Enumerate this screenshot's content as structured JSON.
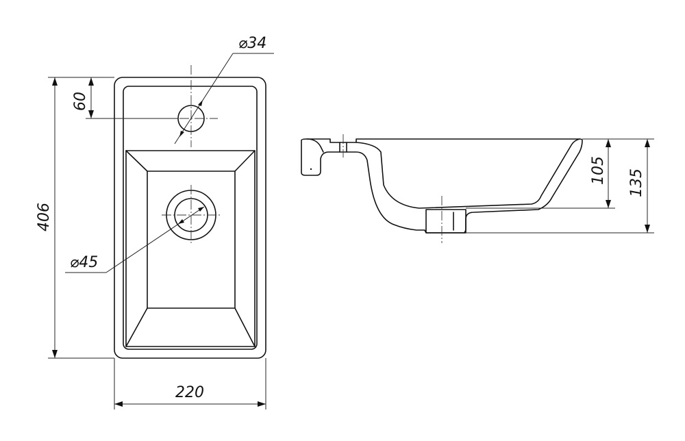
{
  "dimensions": {
    "hole_diameter": "⌀34",
    "drain_diameter": "⌀45",
    "hole_offset": "60",
    "length": "406",
    "width": "220",
    "bowl_depth": "105",
    "total_height": "135"
  },
  "colors": {
    "line": "#111111",
    "background": "#ffffff"
  }
}
